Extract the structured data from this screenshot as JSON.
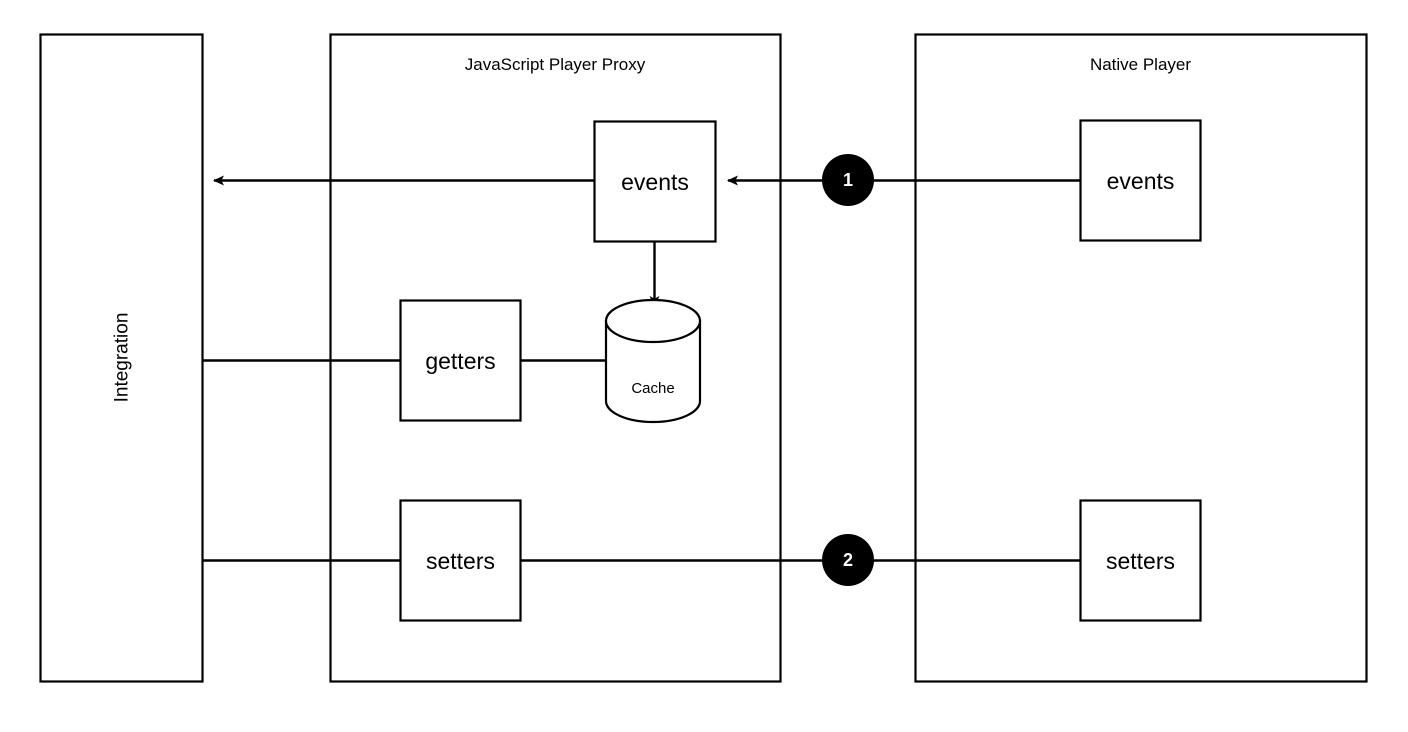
{
  "diagram": {
    "title_text_note": "",
    "stroke_color": "#000000",
    "fill_color": "#FFFFFF",
    "badge_color": "#000000",
    "badge_text_color": "#FFFFFF",
    "containers": [
      {
        "id": "integration",
        "label": "Integration",
        "orientation": "vertical"
      },
      {
        "id": "js-player-proxy",
        "label": "JavaScript Player Proxy",
        "orientation": "horizontal"
      },
      {
        "id": "native-player",
        "label": "Native Player",
        "orientation": "horizontal"
      }
    ],
    "nodes": [
      {
        "id": "js-events",
        "label": "events",
        "shape": "rectangle",
        "parent": "js-player-proxy"
      },
      {
        "id": "js-getters",
        "label": "getters",
        "shape": "rectangle",
        "parent": "js-player-proxy"
      },
      {
        "id": "js-setters",
        "label": "setters",
        "shape": "rectangle",
        "parent": "js-player-proxy"
      },
      {
        "id": "cache",
        "label": "Cache",
        "shape": "cylinder",
        "parent": "js-player-proxy"
      },
      {
        "id": "native-events",
        "label": "events",
        "shape": "rectangle",
        "parent": "native-player"
      },
      {
        "id": "native-setters",
        "label": "setters",
        "shape": "rectangle",
        "parent": "native-player"
      }
    ],
    "badges": [
      {
        "id": "badge-1",
        "label": "1",
        "on_edge": "native-events-to-js-events"
      },
      {
        "id": "badge-2",
        "label": "2",
        "on_edge": "js-setters-to-native-setters"
      }
    ],
    "edges": [
      {
        "id": "native-events-to-js-events",
        "from": "native-events",
        "to": "js-events",
        "direction": "left",
        "badge": "1"
      },
      {
        "id": "js-events-to-integration",
        "from": "js-events",
        "to": "integration",
        "direction": "left"
      },
      {
        "id": "js-events-to-cache",
        "from": "js-events",
        "to": "cache",
        "direction": "down"
      },
      {
        "id": "integration-to-js-getters",
        "from": "integration",
        "to": "js-getters",
        "direction": "right"
      },
      {
        "id": "js-getters-to-cache",
        "from": "js-getters",
        "to": "cache",
        "direction": "right"
      },
      {
        "id": "integration-to-js-setters",
        "from": "integration",
        "to": "js-setters",
        "direction": "right"
      },
      {
        "id": "js-setters-to-native-setters",
        "from": "js-setters",
        "to": "native-setters",
        "direction": "right",
        "badge": "2"
      }
    ]
  }
}
